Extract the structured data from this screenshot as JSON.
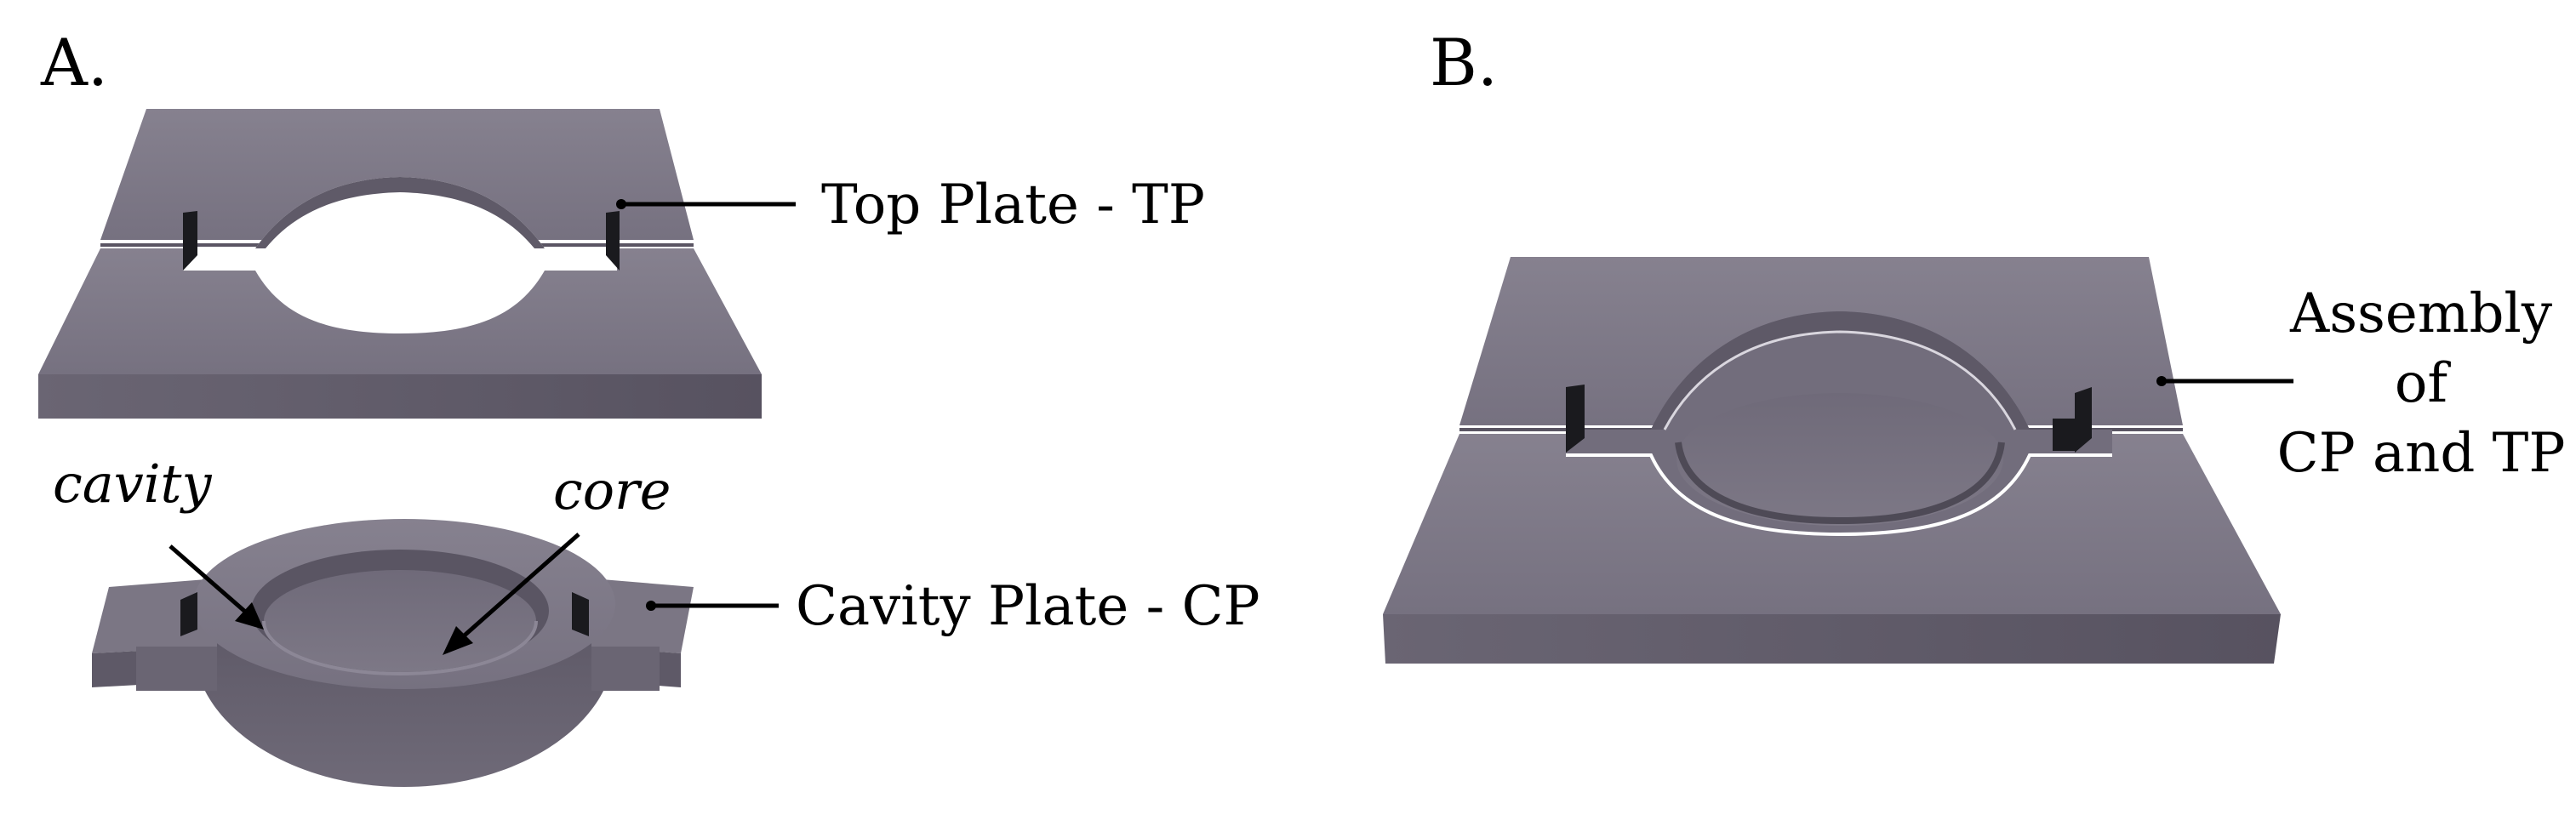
{
  "panels": {
    "a": {
      "label": "A."
    },
    "b": {
      "label": "B."
    }
  },
  "callouts": {
    "top_plate": "Top Plate - TP",
    "cavity_plate": "Cavity Plate - CP",
    "cavity": "cavity",
    "core": "core",
    "assembly_line1": "Assembly",
    "assembly_line2": "of",
    "assembly_line3": "CP and TP"
  },
  "colors": {
    "plate_top": "#7d7886",
    "plate_side": "#5f5a68",
    "plate_dark": "#4e4a56",
    "slot": "#1a1a1e",
    "background": "#ffffff",
    "line": "#000000"
  }
}
